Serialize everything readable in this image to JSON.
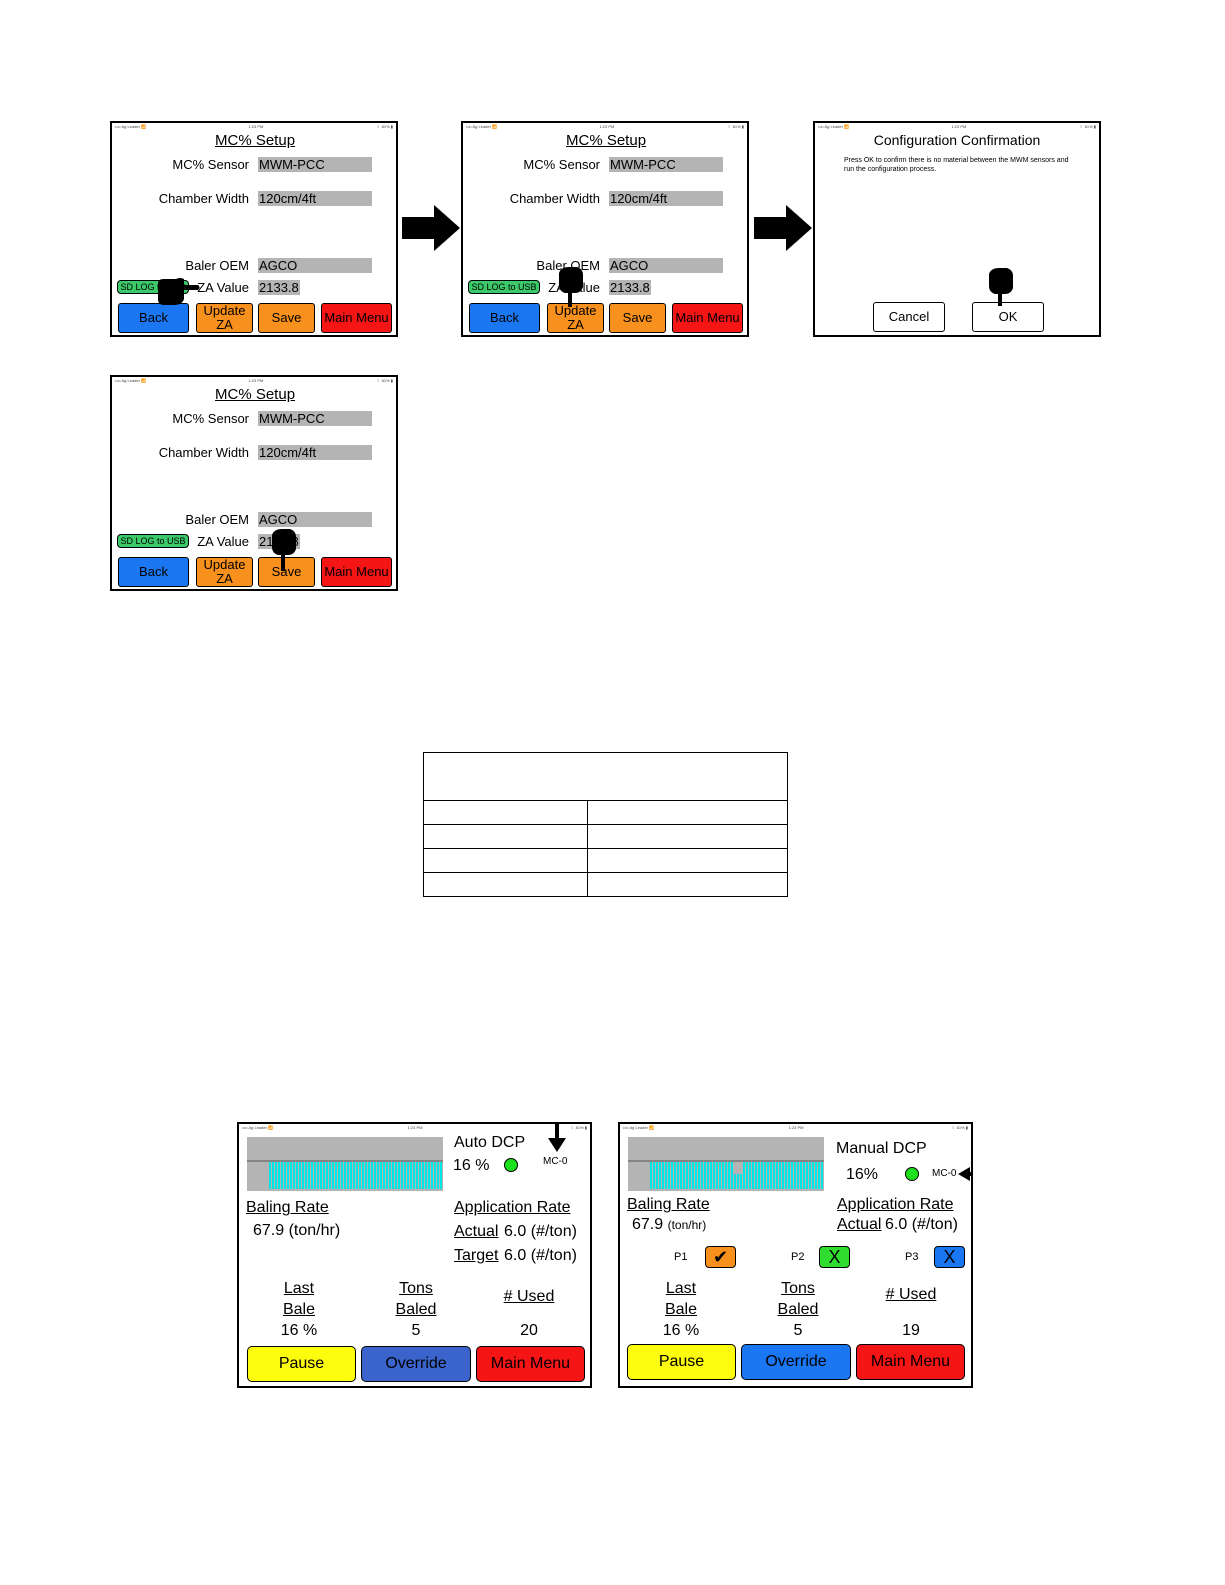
{
  "status_bar": {
    "left": "•••• Ag Leader 📶",
    "center": "1:23 PM",
    "right": "☾ 81% ▮"
  },
  "setup": {
    "title": "MC% Setup",
    "sensor_label": "MC% Sensor",
    "sensor_value": "MWM-PCC",
    "width_label": "Chamber Width",
    "width_value": "120cm/4ft",
    "oem_label": "Baler OEM",
    "oem_value": "AGCO",
    "sd_log": "SD LOG to USB",
    "za_label": "ZA Value",
    "za_value": "2133.8",
    "back": "Back",
    "update_1": "Update",
    "update_2": "ZA",
    "save": "Save",
    "main_menu": "Main Menu"
  },
  "confirm": {
    "title": "Configuration Confirmation",
    "message": "Press OK to confirm there is no material between the MWM sensors and run the configuration process.",
    "cancel": "Cancel",
    "ok": "OK"
  },
  "run_auto": {
    "mode": "Auto DCP",
    "pct": "16 %",
    "mc": "MC-0",
    "baling_rate_label": "Baling Rate",
    "baling_rate_value": "67.9 (ton/hr)",
    "app_rate_label": "Application Rate",
    "actual_label": "Actual",
    "actual_value": "6.0 (#/ton)",
    "target_label": "Target",
    "target_value": "6.0 (#/ton)",
    "last_1": "Last",
    "last_2": "Bale",
    "tons_1": "Tons",
    "tons_2": "Baled",
    "used": "# Used",
    "last_value": "16 %",
    "tons_value": "5",
    "used_value": "20",
    "pause": "Pause",
    "override": "Override",
    "main_menu": "Main Menu"
  },
  "run_manual": {
    "mode": "Manual DCP",
    "pct": "16%",
    "mc": "MC-0",
    "baling_rate_label": "Baling Rate",
    "baling_rate_value": "67.9",
    "baling_rate_unit": "(ton/hr)",
    "app_rate_label": "Application Rate",
    "actual_label": "Actual",
    "actual_value": "6.0 (#/ton)",
    "p1": "P1",
    "p2": "P2",
    "p3": "P3",
    "p1_mark": "✔",
    "p2_mark": "X",
    "p3_mark": "X",
    "last_1": "Last",
    "last_2": "Bale",
    "tons_1": "Tons",
    "tons_2": "Baled",
    "used": "# Used",
    "last_value": "16 %",
    "tons_value": "5",
    "used_value": "19",
    "pause": "Pause",
    "override": "Override",
    "main_menu": "Main Menu"
  },
  "colors": {
    "blue": "#1b76f2",
    "orange": "#f7901c",
    "red": "#f61515",
    "green": "#3cc96a",
    "yellow": "#fdfb0e",
    "cyan": "#00e5e5"
  }
}
